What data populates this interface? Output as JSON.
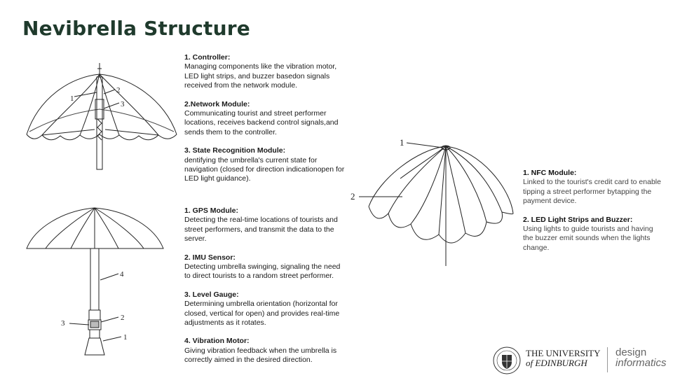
{
  "title": "Nevibrella Structure",
  "figure1": {
    "callouts": [
      "1",
      "2",
      "3"
    ]
  },
  "figure2": {
    "callouts": [
      "4",
      "3",
      "2",
      "1"
    ]
  },
  "figure3": {
    "callouts": [
      "1",
      "2"
    ]
  },
  "group1": [
    {
      "heading": "1. Controller:",
      "text": "Managing components like the vibration motor, LED light strips, and buzzer basedon signals received from the network module."
    },
    {
      "heading": "2.Network Module:",
      "text": "Communicating tourist and street performer locations, receives backend control signals,and sends them to the controller."
    },
    {
      "heading": "3. State Recognition Module:",
      "text": "dentifying the umbrella's current state for navigation (closed for direction indicationopen for LED light guidance)."
    }
  ],
  "group2": [
    {
      "heading": "1. GPS Module:",
      "text": "Detecting the real-time locations of tourists and street performers, and transmit the data to the server."
    },
    {
      "heading": "2. IMU Sensor:",
      "text": "Detecting umbrella swinging, signaling the need to direct tourists to a random street performer."
    },
    {
      "heading": "3. Level Gauge:",
      "text": "Determining umbrella orientation (horizontal for closed, vertical for open) and provides real-time adjustments as it rotates."
    },
    {
      "heading": "4. Vibration Motor:",
      "text": "Giving vibration feedback when the umbrella is correctly aimed in the desired direction."
    }
  ],
  "group3": [
    {
      "heading": "1. NFC Module:",
      "text": "Linked to the tourist's credit card to enable tipping a street performer bytapping the payment device."
    },
    {
      "heading": "2. LED Light Strips and Buzzer:",
      "text": "Using lights to guide tourists and having the buzzer emit sounds when the lights change."
    }
  ],
  "footer": {
    "university_line1": "THE UNIVERSITY",
    "university_line2": "of EDINBURGH",
    "brand_line1": "design",
    "brand_line2": "informatics",
    "logo_icon": "university-crest-icon"
  }
}
